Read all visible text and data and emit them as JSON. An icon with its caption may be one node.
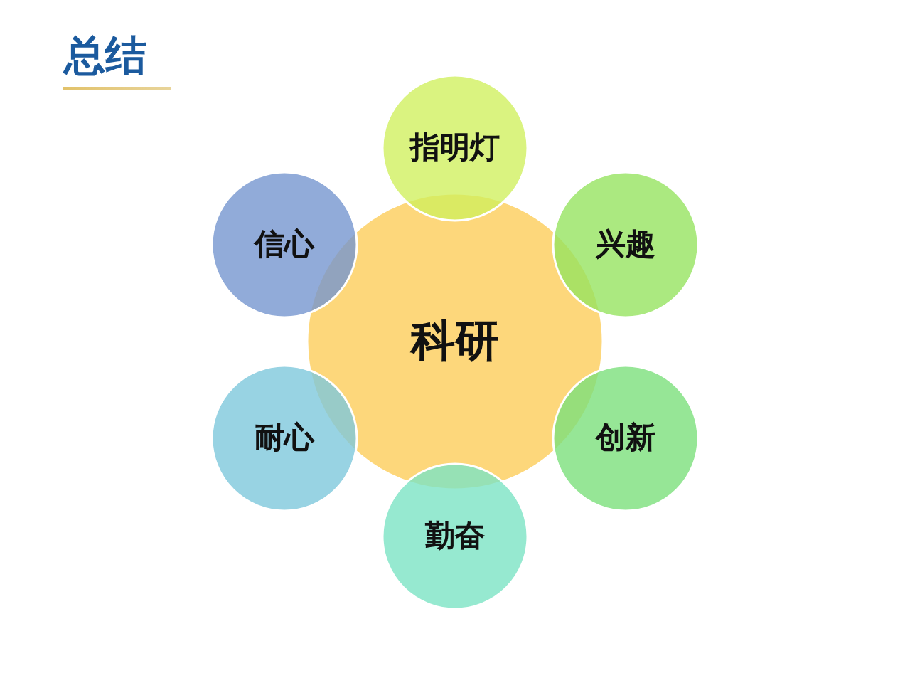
{
  "diagram": {
    "title": "总结",
    "nodes": [
      {
        "text": [
          "指明灯"
        ]
      },
      {
        "text": [
          "信心"
        ]
      },
      {
        "text": [
          "兴趣"
        ]
      },
      {
        "text": [
          "科研"
        ]
      },
      {
        "text": [
          "耐心"
        ]
      },
      {
        "text": [
          "创新"
        ]
      },
      {
        "text": [
          "勤奋"
        ]
      }
    ]
  }
}
